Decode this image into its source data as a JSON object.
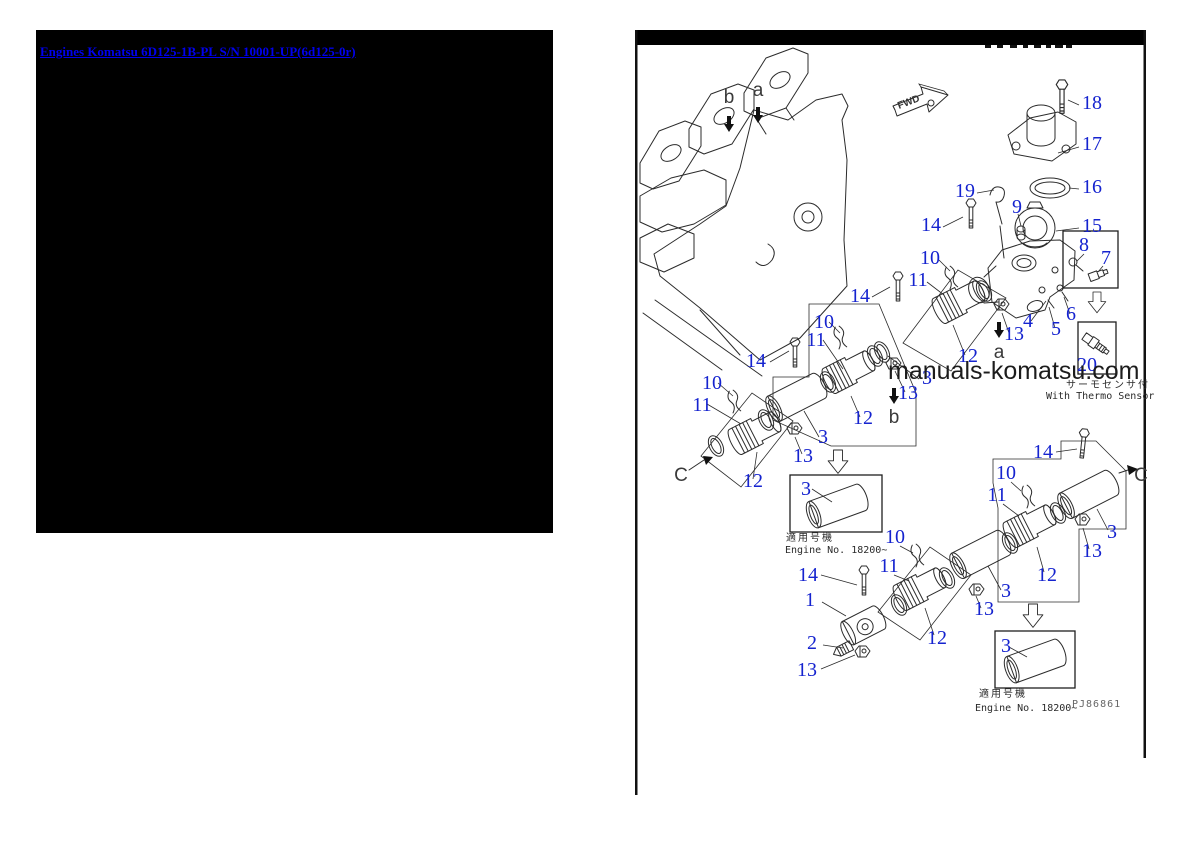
{
  "link": {
    "text": "Engines Komatsu 6D125-1B-PL S/N 10001-UP(6d125-0r)",
    "color": "#0000ee"
  },
  "diagram": {
    "accent_blue": "#1523cf",
    "watermark": "manuals-komatsu.com",
    "fwd_label": "FWD",
    "thermo_note_jp": "サーモセンサ付",
    "thermo_note_en": "With Thermo Sensor",
    "applicable_jp": "適用号機",
    "applicable_en": "Engine No. 18200~",
    "doc_code": "PJ86861",
    "letters": {
      "a": "a",
      "b": "b",
      "c": "C"
    },
    "callouts": [
      {
        "t": "18"
      },
      {
        "t": "17"
      },
      {
        "t": "16"
      },
      {
        "t": "15"
      },
      {
        "t": "19"
      },
      {
        "t": "9"
      },
      {
        "t": "14"
      },
      {
        "t": "8"
      },
      {
        "t": "7"
      },
      {
        "t": "10"
      },
      {
        "t": "11"
      },
      {
        "t": "14"
      },
      {
        "t": "4"
      },
      {
        "t": "5"
      },
      {
        "t": "6"
      },
      {
        "t": "13"
      },
      {
        "t": "12"
      },
      {
        "t": "3"
      },
      {
        "t": "10"
      },
      {
        "t": "11"
      },
      {
        "t": "14"
      },
      {
        "t": "12"
      },
      {
        "t": "3"
      },
      {
        "t": "13"
      },
      {
        "t": "13"
      },
      {
        "t": "10"
      },
      {
        "t": "11"
      },
      {
        "t": "12"
      },
      {
        "t": "3"
      },
      {
        "t": "20"
      },
      {
        "t": "14"
      },
      {
        "t": "1"
      },
      {
        "t": "2"
      },
      {
        "t": "13"
      },
      {
        "t": "10"
      },
      {
        "t": "11"
      },
      {
        "t": "12"
      },
      {
        "t": "3"
      },
      {
        "t": "13"
      },
      {
        "t": "14"
      },
      {
        "t": "10"
      },
      {
        "t": "11"
      },
      {
        "t": "3"
      },
      {
        "t": "13"
      },
      {
        "t": "12"
      },
      {
        "t": "3"
      }
    ]
  }
}
